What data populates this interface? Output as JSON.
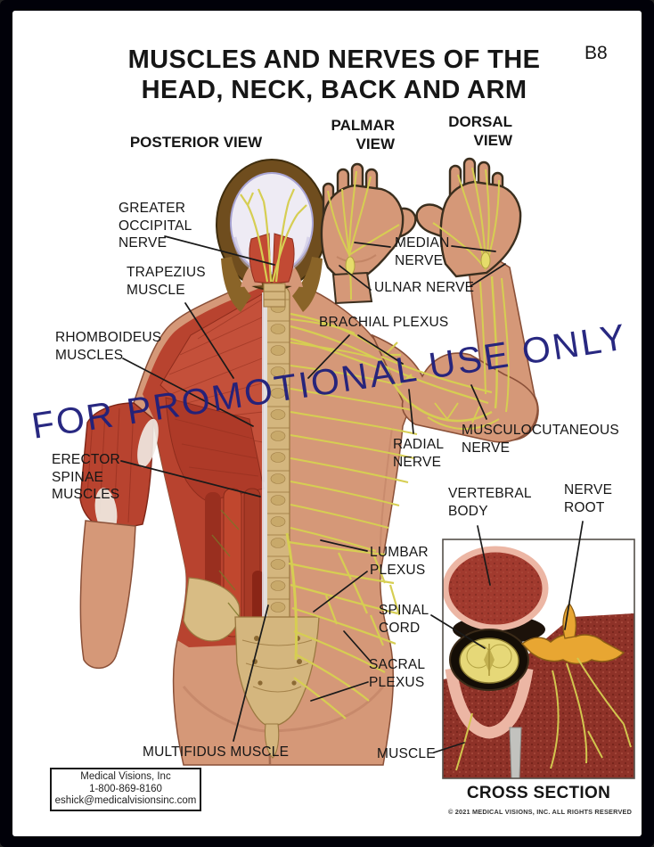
{
  "page": {
    "code": "B8",
    "title": "MUSCLES AND NERVES OF THE\nHEAD, NECK, BACK AND ARM",
    "watermark": "FOR PROMOTIONAL USE ONLY"
  },
  "view_headers": {
    "posterior": "POSTERIOR VIEW",
    "palmar": "PALMAR\nVIEW",
    "dorsal": "DORSAL\nVIEW"
  },
  "anatomy_labels": {
    "greater_occipital_nerve": "GREATER\nOCCIPITAL\nNERVE",
    "trapezius_muscle": "TRAPEZIUS\nMUSCLE",
    "rhomboideus_muscles": "RHOMBOIDEUS\nMUSCLES",
    "erector_spinae_muscles": "ERECTOR\nSPINAE\nMUSCLES",
    "median_nerve": "MEDIAN\nNERVE",
    "ulnar_nerve": "ULNAR NERVE",
    "brachial_plexus": "BRACHIAL PLEXUS",
    "radial_nerve": "RADIAL\nNERVE",
    "musculocutaneous_nerve": "MUSCULOCUTANEOUS\nNERVE",
    "vertebral_body": "VERTEBRAL\nBODY",
    "nerve_root": "NERVE\nROOT",
    "lumbar_plexus": "LUMBAR\nPLEXUS",
    "spinal_cord": "SPINAL\nCORD",
    "sacral_plexus": "SACRAL\nPLEXUS",
    "multifidus_muscle": "MULTIFIDUS MUSCLE",
    "muscle": "MUSCLE"
  },
  "inset": {
    "caption": "CROSS SECTION"
  },
  "footer": {
    "company": "Medical Visions, Inc",
    "phone": "1-800-869-8160",
    "email": "eshick@medicalvisionsinc.com",
    "copyright": "© 2021 MEDICAL VISIONS, INC. ALL RIGHTS RESERVED"
  },
  "colors": {
    "watermark_navy": "#20207c",
    "muscle_red": "#b8432f",
    "nerve_yellow": "#d6ce52",
    "bone_tan": "#d4b67e",
    "skin": "#d59878",
    "frame_black": "#010109"
  }
}
